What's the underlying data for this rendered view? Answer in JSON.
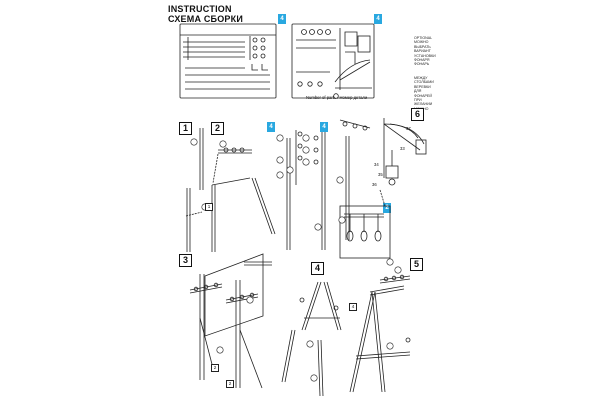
{
  "header": {
    "title_en": "INSTRUCTION",
    "title_ru": "СХЕМА СБОРКИ"
  },
  "sprue": {
    "badge_left": "4",
    "badge_right": "4",
    "parts_label": "Number of parts / Номер детали",
    "note_primary": [
      "OPTIONAL",
      "МОЖНО",
      "ВЫБРАТЬ",
      "ВАРИАНТ",
      "УСТАНОВКИ",
      "ФОНАРЯ",
      "ФОНАРЬ"
    ],
    "note_secondary": [
      "МЕЖДУ",
      "СТОЛБАМИ",
      "ВЕРЕВКИ",
      "ДЛЯ",
      "ФОНАРЕЙ",
      "ПРИ",
      "ЖЕЛАНИИ",
      "МОЖНО"
    ]
  },
  "steps": {
    "s1": "1",
    "s2": "2",
    "s3": "3",
    "s4": "4",
    "s5": "5",
    "s6": "6"
  },
  "badges": {
    "b2a": "4",
    "b2b": "4",
    "b6": "2"
  },
  "callouts": {
    "p1": "1",
    "p2": "2",
    "p3": "3",
    "p4": "4",
    "p5": "5",
    "p6": "6",
    "p7": "7",
    "s6a": "37",
    "s6b": "33",
    "s6c": "34",
    "s6d": "35",
    "s6e": "36",
    "s4a": "2",
    "s4b": "4"
  },
  "colors": {
    "accent": "#29a8e0",
    "line": "#222222"
  }
}
